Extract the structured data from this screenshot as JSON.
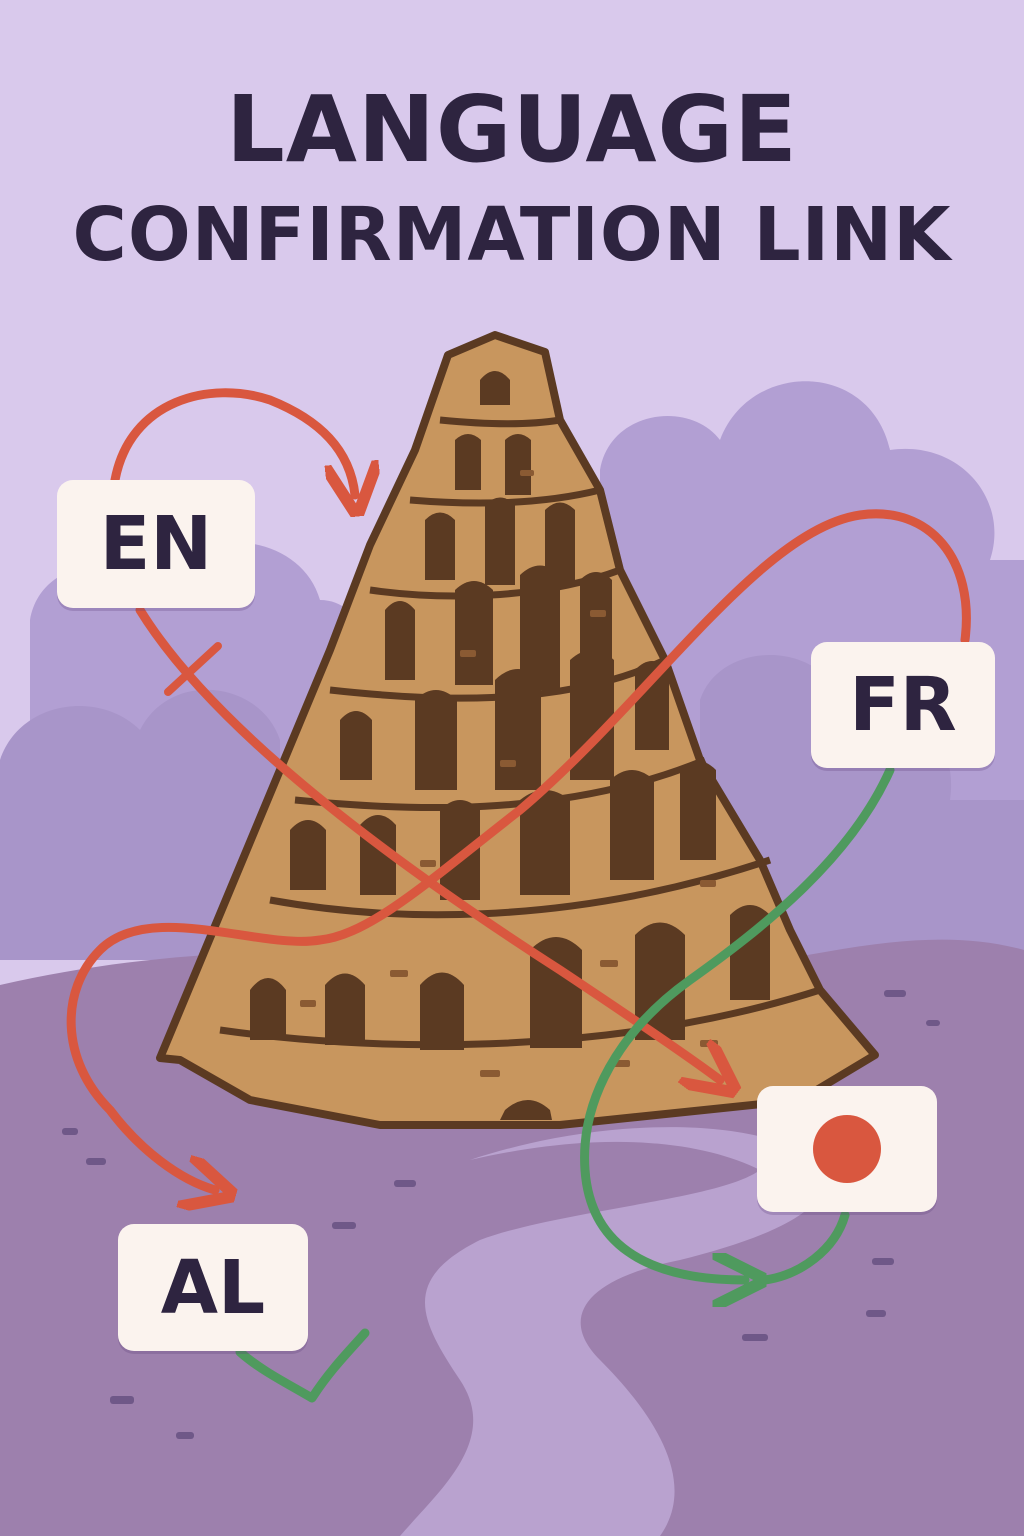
{
  "title": {
    "line1": "LANGUAGE",
    "line2": "CONFIRMATION LINK"
  },
  "languages": {
    "en": "EN",
    "fr": "FR",
    "al": "AL"
  },
  "colors": {
    "background": "#d9c9ec",
    "ground": "#9d80ad",
    "path": "#b9a2cf",
    "tower": "#c8965e",
    "arrow_red": "#d9573f",
    "arrow_green": "#4f9a5e",
    "card": "#fbf3ee",
    "text": "#2e2440"
  },
  "icons": {
    "flag": "red-circle-flag-icon",
    "check": "check-icon",
    "cross": "cross-icon"
  }
}
